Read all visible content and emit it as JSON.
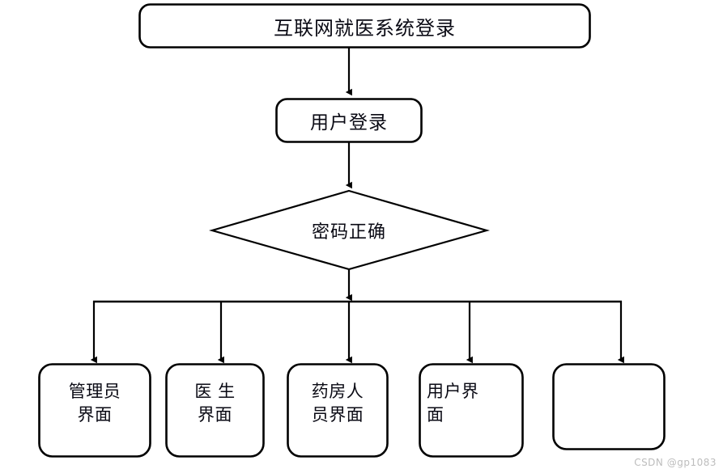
{
  "diagram": {
    "type": "flowchart",
    "title_node": {
      "label": "互联网就医系统登录",
      "shape": "rounded-rectangle"
    },
    "step_node": {
      "label": "用户登录",
      "shape": "rounded-rectangle"
    },
    "decision_node": {
      "label": "密码正确",
      "shape": "diamond"
    },
    "leaf_nodes": [
      {
        "label": "管理员\n界面",
        "shape": "rounded-rectangle"
      },
      {
        "label": "医  生\n界面",
        "shape": "rounded-rectangle"
      },
      {
        "label": "药房人\n员界面",
        "shape": "rounded-rectangle"
      },
      {
        "label": "用户界\n面",
        "shape": "rounded-rectangle"
      },
      {
        "label": "",
        "shape": "rounded-rectangle"
      }
    ],
    "connectors": [
      {
        "name": "title-to-step",
        "kind": "arrow-down"
      },
      {
        "name": "step-to-decision",
        "kind": "arrow-down"
      },
      {
        "name": "decision-to-bus",
        "kind": "arrow-down"
      },
      {
        "name": "bus-to-leaf-1",
        "kind": "arrow-down"
      },
      {
        "name": "bus-to-leaf-2",
        "kind": "arrow-down"
      },
      {
        "name": "bus-to-leaf-3",
        "kind": "arrow-down"
      },
      {
        "name": "bus-to-leaf-4",
        "kind": "arrow-down"
      },
      {
        "name": "bus-to-leaf-5",
        "kind": "arrow-down"
      }
    ],
    "colors": {
      "stroke": "#000000",
      "fill": "#ffffff",
      "text": "#0a0a14",
      "watermark": "#bdbdbd"
    }
  },
  "watermark": {
    "text": "CSDN @gp1083"
  }
}
